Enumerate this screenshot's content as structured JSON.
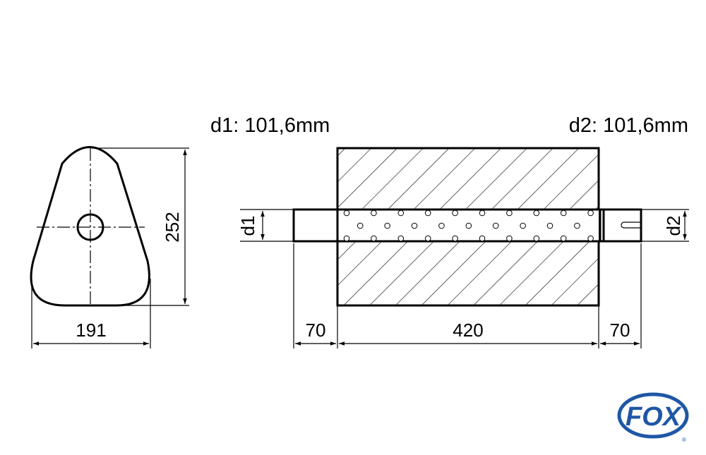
{
  "labels": {
    "d1_spec": "d1: 101,6mm",
    "d2_spec": "d2: 101,6mm"
  },
  "dimensions": {
    "height": "252",
    "width": "191",
    "inlet_length": "70",
    "body_length": "420",
    "outlet_length": "70",
    "d1": "d1",
    "d2": "d2"
  },
  "logo": {
    "text": "FOX",
    "registered": "®"
  },
  "colors": {
    "logo_blue": "#1f57a5",
    "line": "#000000"
  }
}
